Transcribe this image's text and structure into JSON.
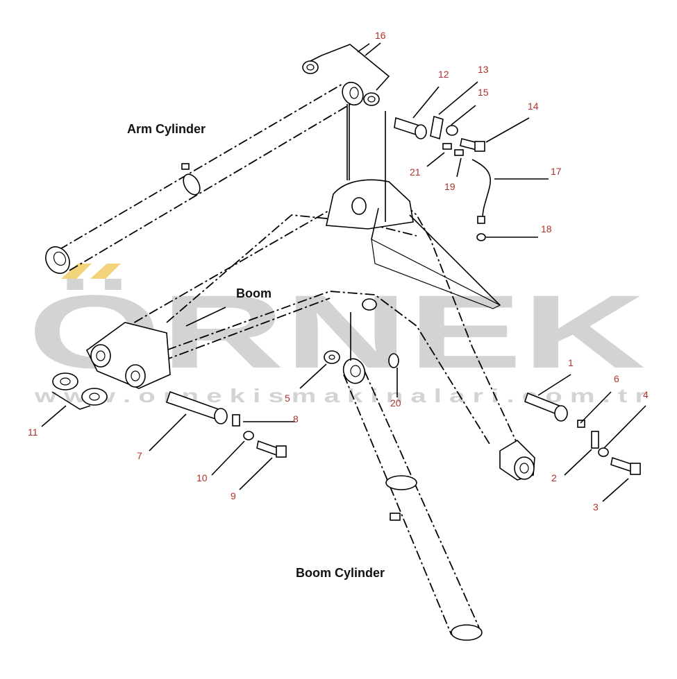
{
  "labels": {
    "arm_cylinder": "Arm Cylinder",
    "boom": "Boom",
    "boom_cylinder": "Boom Cylinder"
  },
  "watermark": {
    "brand": "ÖRNEK",
    "url": "w w w . o r n e k i s m a k i n a l a r i . c o m . t r",
    "color": "#d3d3d3",
    "accent": "#f2d27a"
  },
  "callouts": [
    "1",
    "2",
    "3",
    "4",
    "5",
    "6",
    "7",
    "8",
    "9",
    "10",
    "11",
    "12",
    "13",
    "14",
    "15",
    "16",
    "17",
    "18",
    "19",
    "20",
    "21"
  ],
  "colors": {
    "callout": "#b0312b",
    "line": "#000000"
  }
}
